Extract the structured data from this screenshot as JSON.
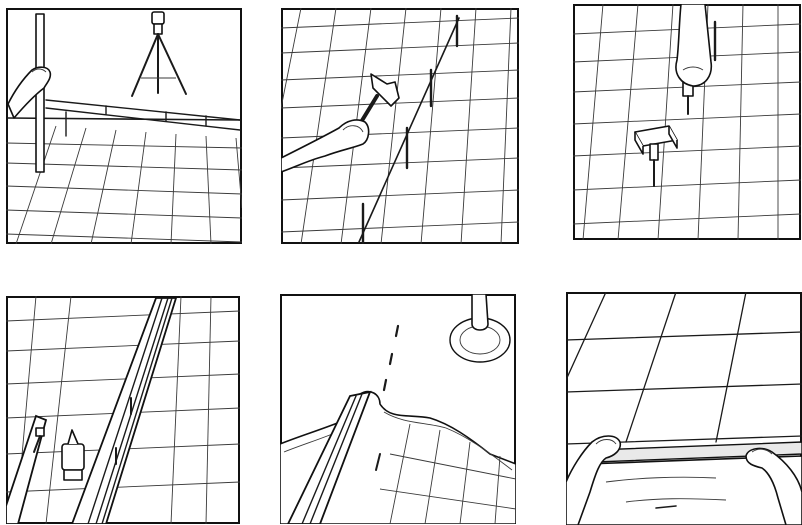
{
  "figure": {
    "description_visible_text": "",
    "panels": [
      {
        "id": 1,
        "step_name": "mark-level-line"
      },
      {
        "id": 2,
        "step_name": "nail-string-line"
      },
      {
        "id": 3,
        "step_name": "mount-clamps"
      },
      {
        "id": 4,
        "step_name": "fix-rail-profile"
      },
      {
        "id": 5,
        "step_name": "apply-adhesive"
      },
      {
        "id": 6,
        "step_name": "lay-tiles"
      }
    ],
    "colors": {
      "ink": "#111111",
      "paper": "#ffffff",
      "grid": "#3a3a3a"
    }
  }
}
